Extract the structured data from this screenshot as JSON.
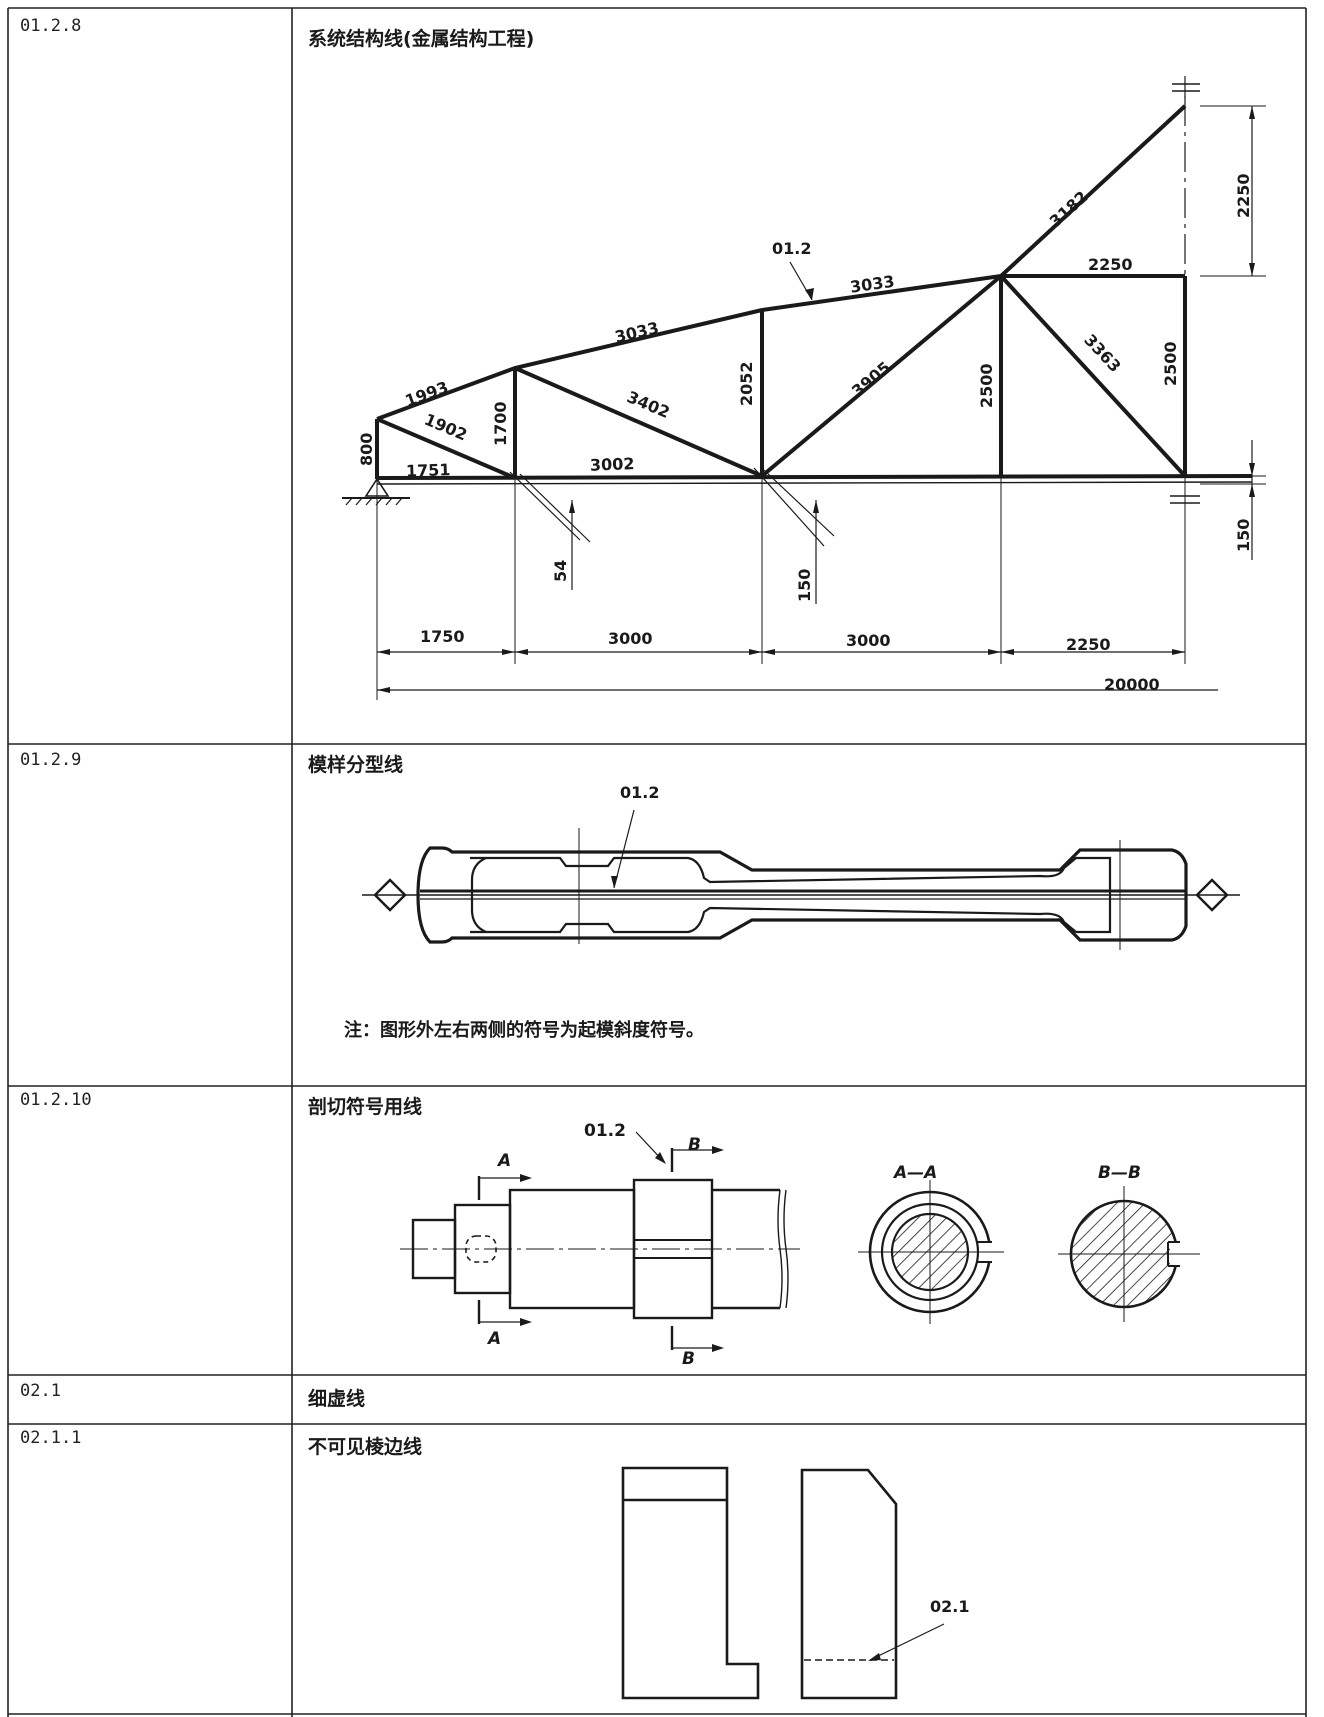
{
  "rows": [
    {
      "code": "01.2.8",
      "title": "系统结构线(金属结构工程)"
    },
    {
      "code": "01.2.9",
      "title": "模样分型线"
    },
    {
      "code": "01.2.10",
      "title": "剖切符号用线"
    },
    {
      "code": "02.1",
      "title": "细虚线"
    },
    {
      "code": "02.1.1",
      "title": "不可见棱边线"
    }
  ],
  "truss": {
    "leader": "01.2",
    "members": {
      "m3182": "3182",
      "m2250t": "2250",
      "m3033r": "3033",
      "m3033l": "3033",
      "m1993": "1993",
      "m1902": "1902",
      "m3402": "3402",
      "m3905": "3905",
      "m3363": "3363",
      "m3002": "3002",
      "m1751": "1751",
      "v800": "800",
      "v1700": "1700",
      "v2052": "2052",
      "v2500a": "2500",
      "v2500b": "2500"
    },
    "dims": {
      "d2250": "2250",
      "d150r": "150",
      "d54": "54",
      "d150": "150",
      "s1": "1750",
      "s2": "3000",
      "s3": "3000",
      "s4": "2250",
      "total": "20000"
    }
  },
  "pattern": {
    "leader": "01.2",
    "note": "注：图形外左右两侧的符号为起模斜度符号。"
  },
  "section": {
    "leader": "01.2",
    "labelA": "A",
    "labelB": "B",
    "viewAA": "A—A",
    "viewBB": "B—B"
  },
  "hidden": {
    "leader": "02.1"
  }
}
